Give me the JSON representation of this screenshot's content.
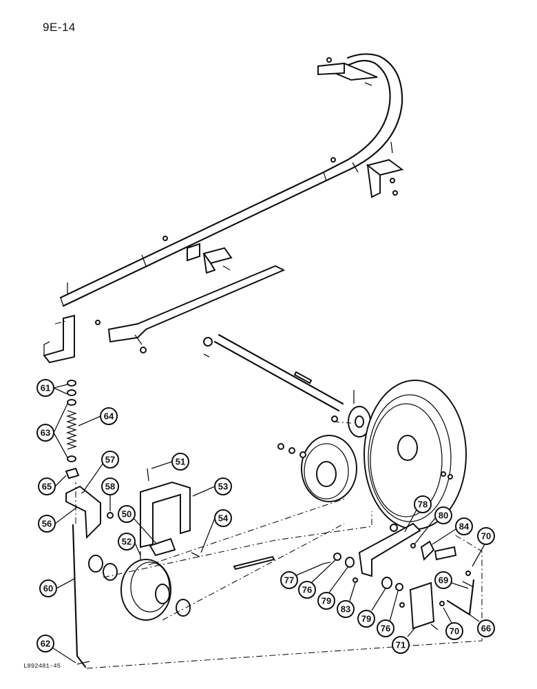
{
  "page_label": "9E-14",
  "drawing_id": "L892481-45",
  "callouts": [
    {
      "id": "c61",
      "label": "61"
    },
    {
      "id": "c63",
      "label": "63"
    },
    {
      "id": "c64",
      "label": "64"
    },
    {
      "id": "c65",
      "label": "65"
    },
    {
      "id": "c57",
      "label": "57"
    },
    {
      "id": "c58",
      "label": "58"
    },
    {
      "id": "c56",
      "label": "56"
    },
    {
      "id": "c51",
      "label": "51"
    },
    {
      "id": "c53",
      "label": "53"
    },
    {
      "id": "c50",
      "label": "50"
    },
    {
      "id": "c54",
      "label": "54"
    },
    {
      "id": "c52",
      "label": "52"
    },
    {
      "id": "c60",
      "label": "60"
    },
    {
      "id": "c62",
      "label": "62"
    },
    {
      "id": "c78",
      "label": "78"
    },
    {
      "id": "c80",
      "label": "80"
    },
    {
      "id": "c84",
      "label": "84"
    },
    {
      "id": "c70a",
      "label": "70"
    },
    {
      "id": "c69",
      "label": "69"
    },
    {
      "id": "c66",
      "label": "66"
    },
    {
      "id": "c70b",
      "label": "70"
    },
    {
      "id": "c71",
      "label": "71"
    },
    {
      "id": "c77",
      "label": "77"
    },
    {
      "id": "c76a",
      "label": "76"
    },
    {
      "id": "c79a",
      "label": "79"
    },
    {
      "id": "c83",
      "label": "83"
    },
    {
      "id": "c79b",
      "label": "79"
    },
    {
      "id": "c76b",
      "label": "76"
    }
  ]
}
